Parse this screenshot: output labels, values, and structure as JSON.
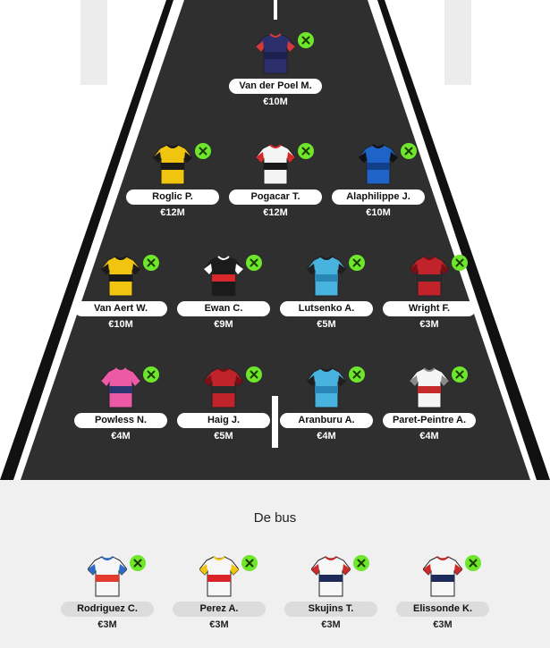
{
  "lineup": [
    {
      "name": "Van der Poel M.",
      "price": "€10M",
      "jersey": "navy-jersey-icon",
      "colors": [
        "#2b2f6b",
        "#1d2150",
        "#d43a3a"
      ]
    },
    {
      "name": "Roglic P.",
      "price": "€12M",
      "jersey": "yellow-black-jersey-icon",
      "colors": [
        "#f1c40f",
        "#1a1a1a",
        "#1a1a1a"
      ]
    },
    {
      "name": "Pogacar T.",
      "price": "€12M",
      "jersey": "white-uae-jersey-icon",
      "colors": [
        "#f4f4f4",
        "#1a1a1a",
        "#d22a2a"
      ]
    },
    {
      "name": "Alaphilippe J.",
      "price": "€10M",
      "jersey": "blue-jersey-icon",
      "colors": [
        "#1d63c8",
        "#123f8a",
        "#111111"
      ]
    },
    {
      "name": "Van Aert W.",
      "price": "€10M",
      "jersey": "yellow-black-jersey-icon",
      "colors": [
        "#f1c40f",
        "#1a1a1a",
        "#1a1a1a"
      ]
    },
    {
      "name": "Ewan C.",
      "price": "€9M",
      "jersey": "black-red-jersey-icon",
      "colors": [
        "#1b1b1b",
        "#d8282c",
        "#ffffff"
      ]
    },
    {
      "name": "Lutsenko A.",
      "price": "€5M",
      "jersey": "light-blue-jersey-icon",
      "colors": [
        "#49b3e0",
        "#2a86b6",
        "#1f1f1f"
      ]
    },
    {
      "name": "Wright F.",
      "price": "€3M",
      "jersey": "red-jersey-icon",
      "colors": [
        "#c1232b",
        "#2b2b2b",
        "#7a0f14"
      ]
    },
    {
      "name": "Powless N.",
      "price": "€4M",
      "jersey": "pink-jersey-icon",
      "colors": [
        "#ec5aa6",
        "#2c3570",
        "#ec5aa6"
      ]
    },
    {
      "name": "Haig J.",
      "price": "€5M",
      "jersey": "red-jersey-icon",
      "colors": [
        "#c1232b",
        "#2b2b2b",
        "#7a0f14"
      ]
    },
    {
      "name": "Aranburu A.",
      "price": "€4M",
      "jersey": "light-blue-jersey-icon",
      "colors": [
        "#49b3e0",
        "#2a86b6",
        "#1f1f1f"
      ]
    },
    {
      "name": "Paret-Peintre A.",
      "price": "€4M",
      "jersey": "white-red-jersey-icon",
      "colors": [
        "#f4f4f4",
        "#c72a2a",
        "#8a8a8a"
      ]
    }
  ],
  "bus": {
    "title": "De bus",
    "players": [
      {
        "name": "Rodriguez C.",
        "price": "€3M",
        "jersey": "white-multicolor-jersey-icon",
        "colors": [
          "#f6f6f6",
          "#e53a2d",
          "#2d6cc6"
        ]
      },
      {
        "name": "Perez A.",
        "price": "€3M",
        "jersey": "white-red-jersey-icon",
        "colors": [
          "#f6f6f6",
          "#d9252a",
          "#f1c40f"
        ]
      },
      {
        "name": "Skujins T.",
        "price": "€3M",
        "jersey": "white-navy-jersey-icon",
        "colors": [
          "#f6f6f6",
          "#1e2a5a",
          "#cc2a2a"
        ]
      },
      {
        "name": "Elissonde K.",
        "price": "€3M",
        "jersey": "white-navy-jersey-icon",
        "colors": [
          "#f6f6f6",
          "#1e2a5a",
          "#cc2a2a"
        ]
      }
    ]
  },
  "theme": {
    "pitch": "#2f2f2f",
    "accent": "#6ee62b",
    "bus_bg": "#f0f0f0"
  }
}
